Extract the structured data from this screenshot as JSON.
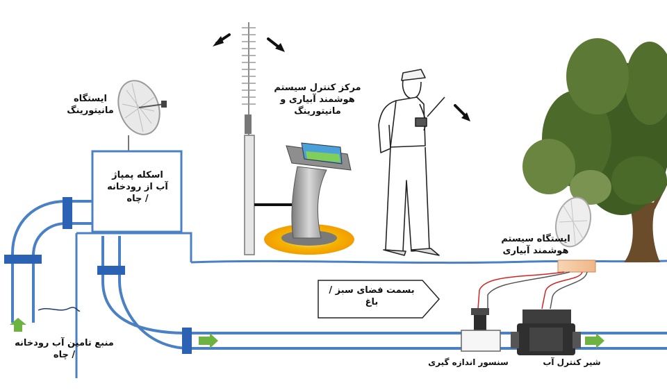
{
  "labels": {
    "monitoring_station": [
      "ایستگاه",
      "مانیتورینگ"
    ],
    "pump_house": [
      "اسکله پمپاژ",
      "آب از رودخانه",
      "/ چاه"
    ],
    "control_center": [
      "مرکز کنترل سیستم",
      "هوشمند آبیاری و",
      "مانیتورینگ"
    ],
    "smart_station": [
      "ایستگاه سیستم",
      "هوشمند آبیاری"
    ],
    "green_space": "بسمت فضای سبز / باغ",
    "water_source": [
      "منبع تامین آب رودخانه",
      "/ چاه"
    ],
    "sensor": "سنسور اندازه گیری",
    "valve": "شیر کنترل آب"
  },
  "colors": {
    "pipe": "#4a80c4",
    "coupling": "#2c62b4",
    "flow_arrow": "#6cb33f",
    "kiosk_base": "#f4b400",
    "tree_canopy": "#3f5c22",
    "trunk": "#6a4b2a",
    "wire_red": "#d22222"
  },
  "icons": [
    "satellite-dish-icon",
    "antenna-mast-icon",
    "kiosk-icon",
    "farmer-with-phone-icon",
    "tree-icon",
    "signal-arrow-icon",
    "flow-arrow-icon",
    "control-valve-icon",
    "sensor-icon"
  ]
}
